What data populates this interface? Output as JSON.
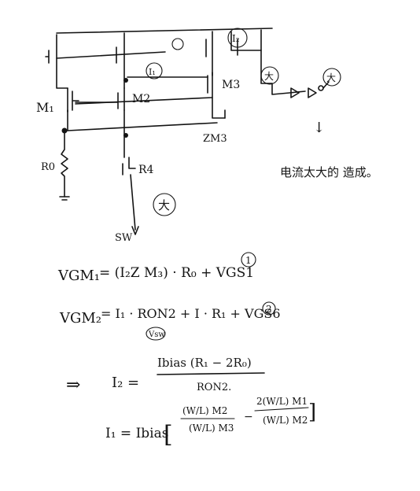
{
  "circuit": {
    "labels": {
      "m1": "M₁",
      "m2": "M2",
      "m3": "M3",
      "zm3": "ZM3",
      "r0": "R0",
      "r4": "R4",
      "sw": "SW",
      "i1": "I₁",
      "i2": "I₂",
      "big": "大",
      "big2": "大",
      "big3": "大"
    },
    "note": "电流太大的 造成。",
    "arrow_down": "↓"
  },
  "equations": {
    "eq1": {
      "lhs": "VGM₁",
      "rhs": "= (I₂Z M₃) · R₀ + VGS1",
      "num": "1"
    },
    "eq2": {
      "lhs": "VGM₂",
      "rhs": "= I₁ · RON2 + I · R₁ + VGS6",
      "sub": "Vsw",
      "num": "2"
    },
    "eq3": {
      "implies": "⇒",
      "lhs": "I₂ =",
      "numerator": "Ibias (R₁ − 2R₀)",
      "denominator": "RON2."
    },
    "eq4": {
      "lhs": "I₁ = Ibias",
      "bracket_open": "[",
      "frac1_num": "(W/L) M2",
      "frac1_den": "(W/L) M3",
      "minus": "−",
      "frac2_num": "2(W/L) M1",
      "frac2_den": "(W/L) M2",
      "bracket_close": "]"
    }
  }
}
